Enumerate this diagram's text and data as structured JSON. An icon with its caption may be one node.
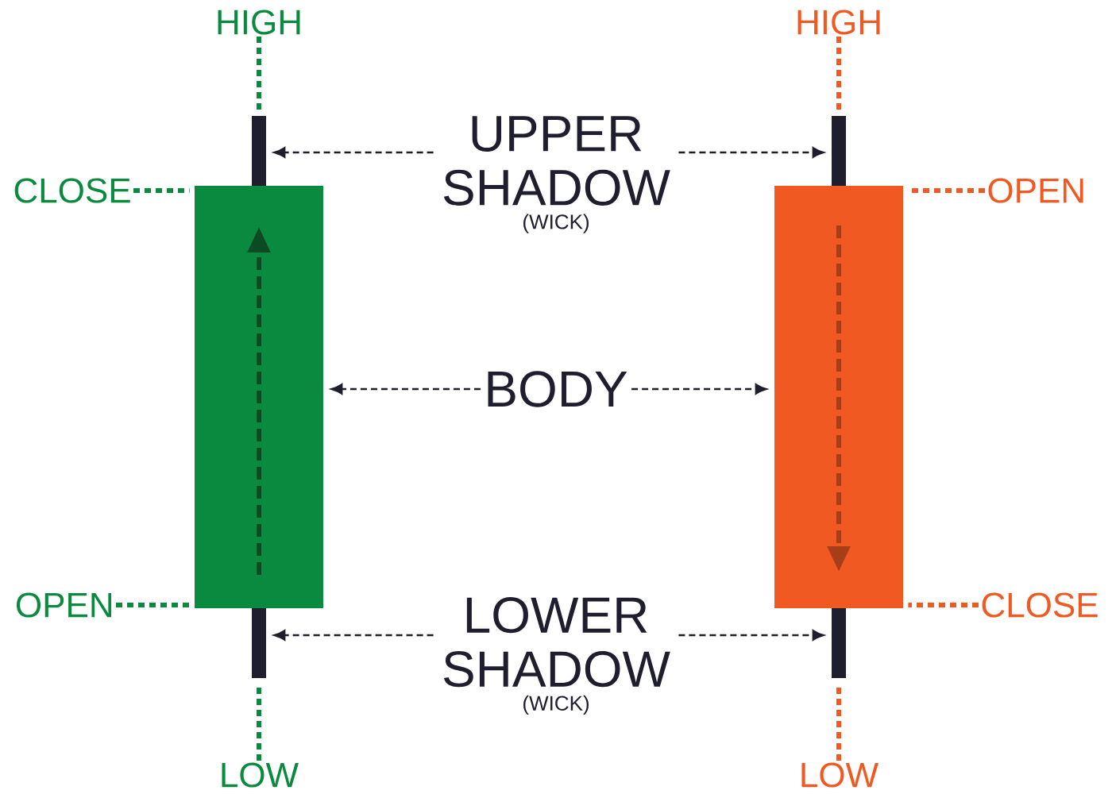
{
  "diagram": {
    "nodes": [
      {
        "text": [
          "HIGH"
        ]
      },
      {
        "text": [
          "CLOSE"
        ]
      },
      {
        "text": [
          "OPEN"
        ]
      },
      {
        "text": [
          "LOW"
        ]
      },
      {
        "text": [
          "HIGH"
        ]
      },
      {
        "text": [
          "OPEN"
        ]
      },
      {
        "text": [
          "CLOSE"
        ]
      },
      {
        "text": [
          "LOW"
        ]
      },
      {
        "text": [],
        "shape": "bar"
      },
      {
        "text": [],
        "shape": "bar"
      },
      {
        "text": [],
        "shape": "bar"
      },
      {
        "text": [],
        "shape": "bar"
      },
      {
        "text": [],
        "shape": "bar"
      },
      {
        "text": [],
        "shape": "bar"
      },
      {
        "text": [
          "UPPER SHADOW",
          "(WICK)"
        ]
      },
      {
        "text": [
          "BODY"
        ]
      },
      {
        "text": [
          "LOWER SHADOW",
          "(WICK)"
        ]
      }
    ],
    "edges": [
      {
        "from": 0,
        "to": 8,
        "arrow": "none",
        "style": "dashed",
        "color": "#0a8a3e"
      },
      {
        "from": 1,
        "to": 9,
        "arrow": "none",
        "style": "dashed",
        "color": "#0a8a3e"
      },
      {
        "from": 2,
        "to": 9,
        "arrow": "none",
        "style": "dashed",
        "color": "#0a8a3e"
      },
      {
        "from": 3,
        "to": 10,
        "arrow": "none",
        "style": "dashed",
        "color": "#0a8a3e"
      },
      {
        "from": 4,
        "to": 11,
        "arrow": "none",
        "style": "dashed",
        "color": "#f05a22"
      },
      {
        "from": 5,
        "to": 12,
        "arrow": "none",
        "style": "dashed",
        "color": "#f05a22"
      },
      {
        "from": 6,
        "to": 12,
        "arrow": "none",
        "style": "dashed",
        "color": "#f05a22"
      },
      {
        "from": 7,
        "to": 13,
        "arrow": "none",
        "style": "dashed",
        "color": "#f05a22"
      },
      {
        "from": 14,
        "to": 8,
        "arrow": "to",
        "style": "dashed"
      },
      {
        "from": 14,
        "to": 11,
        "arrow": "to",
        "style": "dashed"
      },
      {
        "from": 15,
        "to": 9,
        "arrow": "to",
        "style": "dashed"
      },
      {
        "from": 15,
        "to": 12,
        "arrow": "to",
        "style": "dashed"
      },
      {
        "from": 16,
        "to": 10,
        "arrow": "to",
        "style": "dashed"
      },
      {
        "from": 16,
        "to": 13,
        "arrow": "to",
        "style": "dashed"
      }
    ]
  }
}
